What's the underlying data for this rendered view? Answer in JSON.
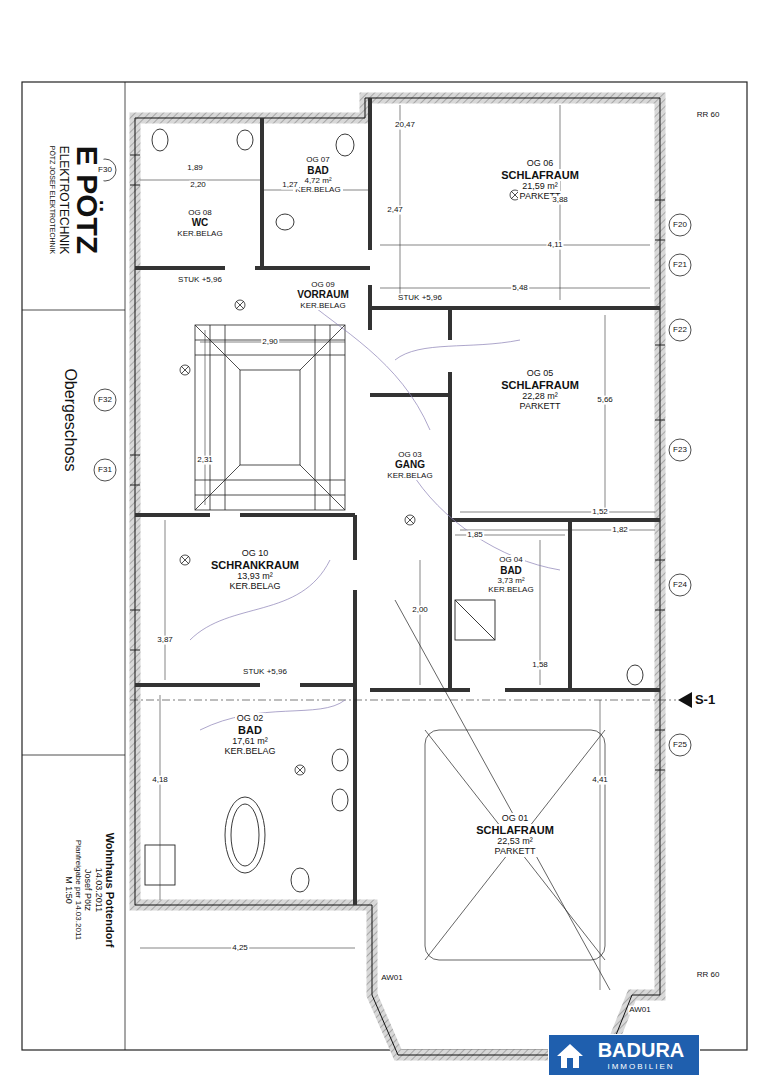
{
  "diagram": {
    "title": "Obergeschoss",
    "nodes": [
      {
        "text": [
          "Wohnhaus Pottendorf",
          "14.03.2011",
          "Josef Pötz",
          "Planfreigabe per 14.03.2011",
          "M 1:50"
        ]
      },
      {
        "text": [
          "E PÖTZ",
          "ELEKTROTECHNIK",
          "PÖTZ JOSEF ELEKTROTECHNIK"
        ]
      },
      {
        "text": [
          "OG 06",
          "SCHLAFRAUM",
          "21,59 m²",
          "PARKETT"
        ]
      },
      {
        "text": [
          "OG 07",
          "BAD",
          "4,72 m²",
          "KER.BELAG"
        ]
      },
      {
        "text": [
          "OG 08",
          "WC",
          "KER.BELAG"
        ]
      },
      {
        "text": [
          "OG 09",
          "VORRAUM",
          "KER.BELAG"
        ]
      },
      {
        "text": [
          "OG 05",
          "SCHLAFRAUM",
          "22,28 m²",
          "PARKETT"
        ]
      },
      {
        "text": [
          "OG 03",
          "GANG",
          "KER.BELAG"
        ]
      },
      {
        "text": [
          "OG 10",
          "SCHRANKRAUM",
          "13,93 m²",
          "KER.BELAG"
        ]
      },
      {
        "text": [
          "OG 04",
          "BAD",
          "3,73 m²",
          "KER.BELAG"
        ]
      },
      {
        "text": [
          "OG 02",
          "BAD",
          "17,61 m²",
          "KER.BELAG"
        ]
      },
      {
        "text": [
          "OG 01",
          "SCHLAFRAUM",
          "22,53 m²",
          "PARKETT"
        ]
      },
      {
        "text": [
          "BADURA",
          "IMMOBILIEN"
        ]
      }
    ],
    "labels": [
      "1,89",
      "2,20",
      "1,27",
      "20,47",
      "2,47",
      "3,88",
      "4,11",
      "5,48",
      "5,66",
      "2,90",
      "2,31",
      "3,87",
      "4,18",
      "4,25",
      "1,52",
      "1,82",
      "1,58",
      "2,00",
      "4,41",
      "1,85",
      "S-1",
      "F20",
      "F21",
      "F22",
      "F23",
      "F24",
      "F25",
      "F30",
      "F31",
      "F32",
      "STUK +5,96",
      "STUK +5,96",
      "STUK +5,96",
      "RR 60",
      "RR 60",
      "AW01",
      "AW01"
    ]
  }
}
